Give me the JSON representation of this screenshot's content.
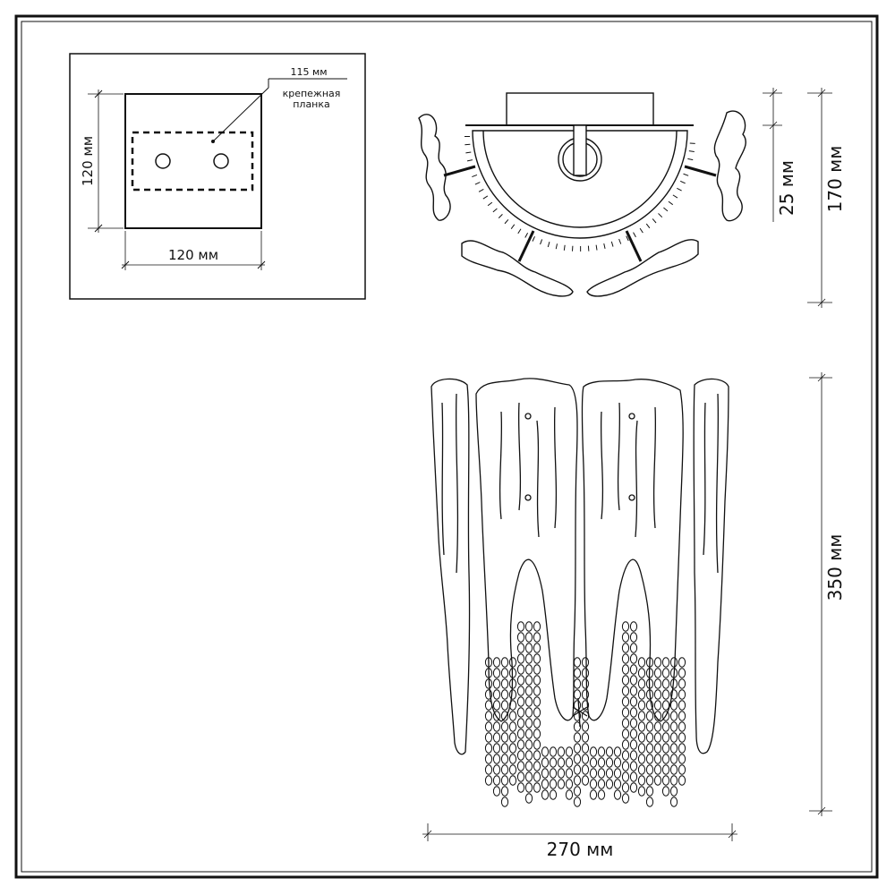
{
  "mount_plate": {
    "label_width": "120 мм",
    "label_height": "120 мм",
    "label_bracket_size": "115 мм",
    "label_bracket_name_line1": "крепежная",
    "label_bracket_name_line2": "планка"
  },
  "top_view": {
    "label_depth_total": "170 мм",
    "label_base_depth": "25 мм"
  },
  "front_view": {
    "label_height": "350 мм",
    "label_width": "270 мм"
  },
  "colors": {
    "line": "#111111",
    "background": "#ffffff"
  }
}
